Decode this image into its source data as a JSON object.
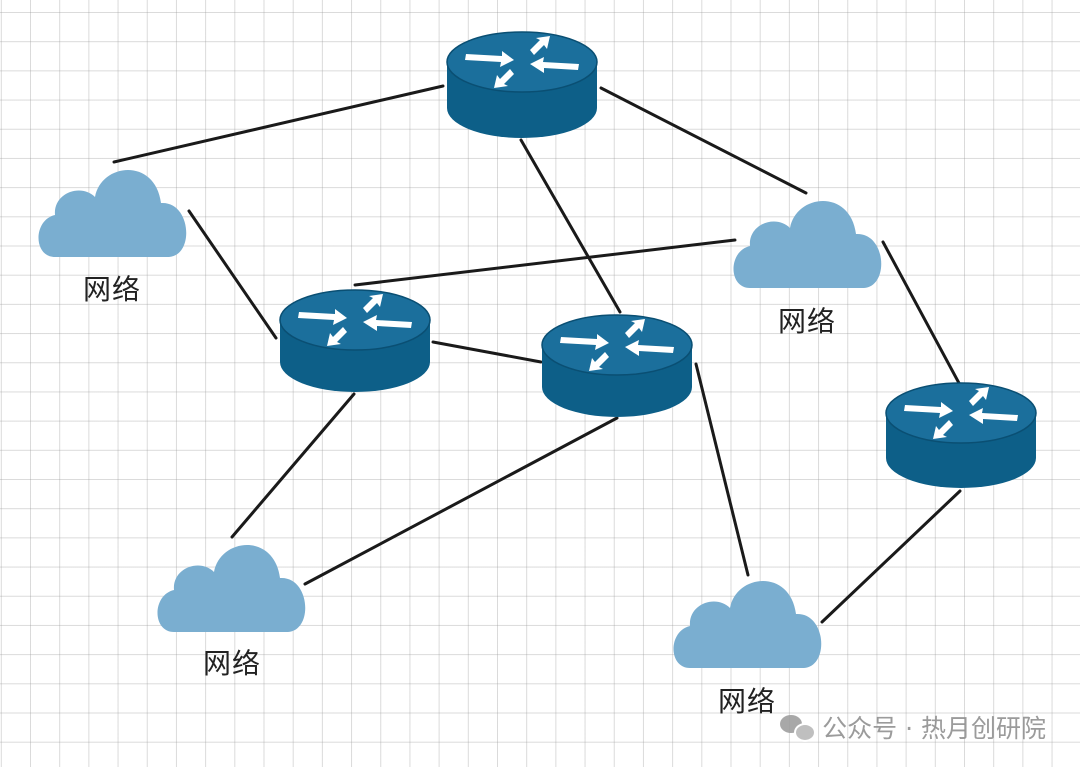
{
  "diagram": {
    "cloud_label": "网络",
    "colors": {
      "router_top": "#1b6f9c",
      "router_body": "#0d5f88",
      "router_edge": "#0a4f73",
      "arrow": "#ffffff",
      "cloud": "#7aaed0",
      "link": "#1a1a1a"
    },
    "clouds": [
      {
        "id": "cloud-top-left",
        "label": "网络"
      },
      {
        "id": "cloud-right",
        "label": "网络"
      },
      {
        "id": "cloud-bottom-left",
        "label": "网络"
      },
      {
        "id": "cloud-bottom-right",
        "label": "网络"
      }
    ],
    "routers": [
      {
        "id": "router-top"
      },
      {
        "id": "router-mid-left"
      },
      {
        "id": "router-center"
      },
      {
        "id": "router-right"
      }
    ],
    "links": [
      [
        "router-top",
        "cloud-top-left"
      ],
      [
        "router-top",
        "cloud-right"
      ],
      [
        "router-top",
        "router-center"
      ],
      [
        "cloud-top-left",
        "router-mid-left"
      ],
      [
        "cloud-right",
        "router-mid-left"
      ],
      [
        "cloud-right",
        "router-right"
      ],
      [
        "router-mid-left",
        "router-center"
      ],
      [
        "router-mid-left",
        "cloud-bottom-left"
      ],
      [
        "router-center",
        "cloud-bottom-left"
      ],
      [
        "router-center",
        "cloud-bottom-right"
      ],
      [
        "router-right",
        "cloud-bottom-right"
      ]
    ]
  },
  "watermark": {
    "text": "公众号 · 热月创研院",
    "icon": "wechat-icon"
  }
}
